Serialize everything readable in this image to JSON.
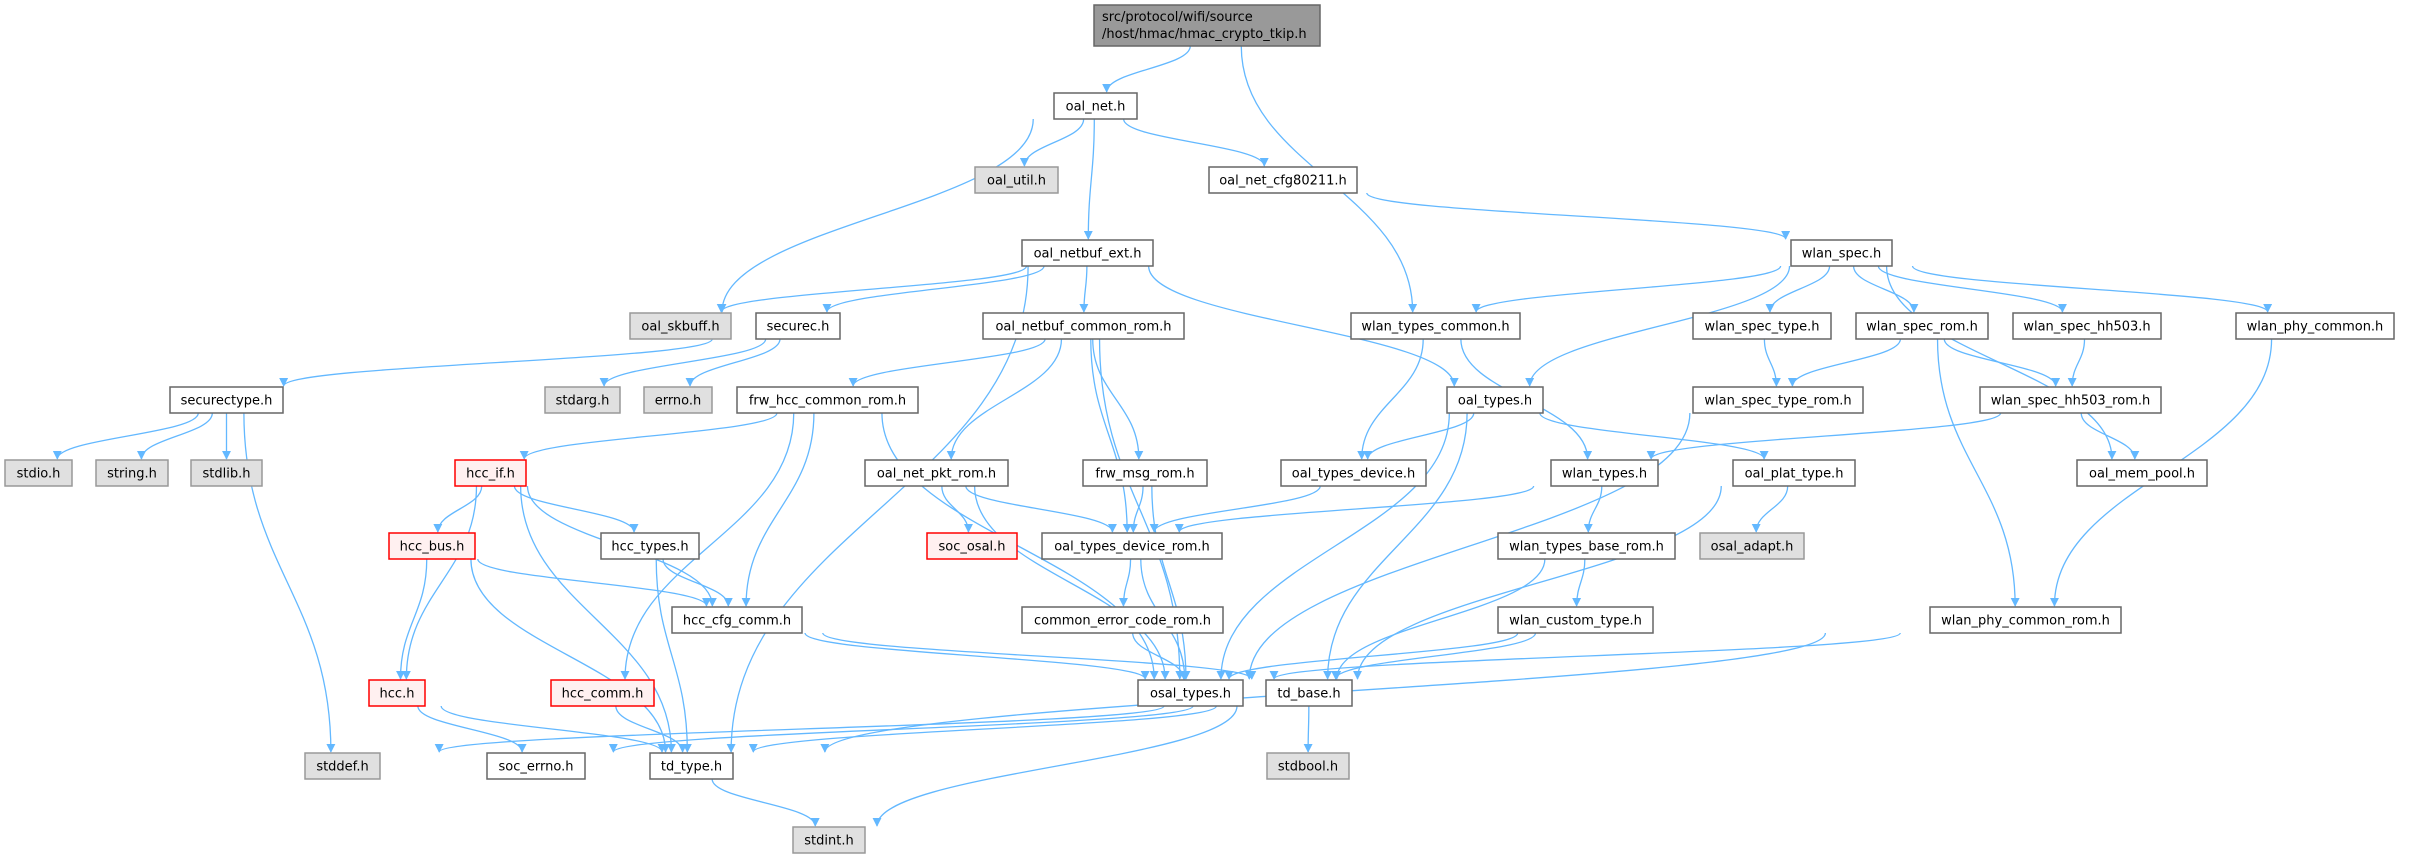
{
  "graph": {
    "title_lines": [
      "src/protocol/wifi/source",
      "/host/hmac/hmac_crypto_tkip.h"
    ],
    "colors": {
      "edge": "#63b8ff",
      "root_fill": "#999999",
      "root_border": "#666666",
      "normal_fill": "#ffffff",
      "normal_border": "#666666",
      "external_fill": "#e0e0e0",
      "external_border": "#999999",
      "error_fill": "#fff0f0",
      "error_border": "#ff0000"
    },
    "nodes": [
      {
        "id": "root",
        "label": "src/protocol/wifi/source/host/hmac/hmac_crypto_tkip.h",
        "kind": "root"
      },
      {
        "id": "oal_net.h",
        "label": "oal_net.h",
        "kind": "normal"
      },
      {
        "id": "oal_util.h",
        "label": "oal_util.h",
        "kind": "external"
      },
      {
        "id": "oal_net_cfg80211.h",
        "label": "oal_net_cfg80211.h",
        "kind": "normal"
      },
      {
        "id": "oal_netbuf_ext.h",
        "label": "oal_netbuf_ext.h",
        "kind": "normal"
      },
      {
        "id": "wlan_spec.h",
        "label": "wlan_spec.h",
        "kind": "normal"
      },
      {
        "id": "oal_skbuff.h",
        "label": "oal_skbuff.h",
        "kind": "external"
      },
      {
        "id": "securec.h",
        "label": "securec.h",
        "kind": "normal"
      },
      {
        "id": "oal_netbuf_common_rom.h",
        "label": "oal_netbuf_common_rom.h",
        "kind": "normal"
      },
      {
        "id": "wlan_types_common.h",
        "label": "wlan_types_common.h",
        "kind": "normal"
      },
      {
        "id": "wlan_spec_type.h",
        "label": "wlan_spec_type.h",
        "kind": "normal"
      },
      {
        "id": "wlan_spec_rom.h",
        "label": "wlan_spec_rom.h",
        "kind": "normal"
      },
      {
        "id": "wlan_spec_hh503.h",
        "label": "wlan_spec_hh503.h",
        "kind": "normal"
      },
      {
        "id": "wlan_phy_common.h",
        "label": "wlan_phy_common.h",
        "kind": "normal"
      },
      {
        "id": "securectype.h",
        "label": "securectype.h",
        "kind": "normal"
      },
      {
        "id": "stdarg.h",
        "label": "stdarg.h",
        "kind": "external"
      },
      {
        "id": "errno.h",
        "label": "errno.h",
        "kind": "external"
      },
      {
        "id": "frw_hcc_common_rom.h",
        "label": "frw_hcc_common_rom.h",
        "kind": "normal"
      },
      {
        "id": "oal_types.h",
        "label": "oal_types.h",
        "kind": "normal"
      },
      {
        "id": "wlan_spec_type_rom.h",
        "label": "wlan_spec_type_rom.h",
        "kind": "normal"
      },
      {
        "id": "wlan_spec_hh503_rom.h",
        "label": "wlan_spec_hh503_rom.h",
        "kind": "normal"
      },
      {
        "id": "stdio.h",
        "label": "stdio.h",
        "kind": "external"
      },
      {
        "id": "string.h",
        "label": "string.h",
        "kind": "external"
      },
      {
        "id": "stdlib.h",
        "label": "stdlib.h",
        "kind": "external"
      },
      {
        "id": "hcc_if.h",
        "label": "hcc_if.h",
        "kind": "error"
      },
      {
        "id": "oal_net_pkt_rom.h",
        "label": "oal_net_pkt_rom.h",
        "kind": "normal"
      },
      {
        "id": "frw_msg_rom.h",
        "label": "frw_msg_rom.h",
        "kind": "normal"
      },
      {
        "id": "oal_types_device.h",
        "label": "oal_types_device.h",
        "kind": "normal"
      },
      {
        "id": "wlan_types.h",
        "label": "wlan_types.h",
        "kind": "normal"
      },
      {
        "id": "oal_plat_type.h",
        "label": "oal_plat_type.h",
        "kind": "normal"
      },
      {
        "id": "oal_mem_pool.h",
        "label": "oal_mem_pool.h",
        "kind": "normal"
      },
      {
        "id": "hcc_bus.h",
        "label": "hcc_bus.h",
        "kind": "error"
      },
      {
        "id": "hcc_types.h",
        "label": "hcc_types.h",
        "kind": "normal"
      },
      {
        "id": "soc_osal.h",
        "label": "soc_osal.h",
        "kind": "error"
      },
      {
        "id": "oal_types_device_rom.h",
        "label": "oal_types_device_rom.h",
        "kind": "normal"
      },
      {
        "id": "wlan_types_base_rom.h",
        "label": "wlan_types_base_rom.h",
        "kind": "normal"
      },
      {
        "id": "osal_adapt.h",
        "label": "osal_adapt.h",
        "kind": "external"
      },
      {
        "id": "hcc_cfg_comm.h",
        "label": "hcc_cfg_comm.h",
        "kind": "normal"
      },
      {
        "id": "common_error_code_rom.h",
        "label": "common_error_code_rom.h",
        "kind": "normal"
      },
      {
        "id": "wlan_custom_type.h",
        "label": "wlan_custom_type.h",
        "kind": "normal"
      },
      {
        "id": "wlan_phy_common_rom.h",
        "label": "wlan_phy_common_rom.h",
        "kind": "normal"
      },
      {
        "id": "hcc.h",
        "label": "hcc.h",
        "kind": "error"
      },
      {
        "id": "hcc_comm.h",
        "label": "hcc_comm.h",
        "kind": "error"
      },
      {
        "id": "osal_types.h",
        "label": "osal_types.h",
        "kind": "normal"
      },
      {
        "id": "td_base.h",
        "label": "td_base.h",
        "kind": "normal"
      },
      {
        "id": "stddef.h",
        "label": "stddef.h",
        "kind": "external"
      },
      {
        "id": "soc_errno.h",
        "label": "soc_errno.h",
        "kind": "normal"
      },
      {
        "id": "td_type.h",
        "label": "td_type.h",
        "kind": "normal"
      },
      {
        "id": "stdbool.h",
        "label": "stdbool.h",
        "kind": "external"
      },
      {
        "id": "stdint.h",
        "label": "stdint.h",
        "kind": "external"
      }
    ],
    "edges": [
      [
        "root",
        "oal_net.h"
      ],
      [
        "root",
        "wlan_types_common.h"
      ],
      [
        "oal_net.h",
        "oal_skbuff.h"
      ],
      [
        "oal_net.h",
        "oal_util.h"
      ],
      [
        "oal_net.h",
        "oal_netbuf_ext.h"
      ],
      [
        "oal_net.h",
        "oal_net_cfg80211.h"
      ],
      [
        "oal_net_cfg80211.h",
        "wlan_spec.h"
      ],
      [
        "oal_netbuf_ext.h",
        "oal_skbuff.h"
      ],
      [
        "oal_netbuf_ext.h",
        "securec.h"
      ],
      [
        "oal_netbuf_ext.h",
        "oal_netbuf_common_rom.h"
      ],
      [
        "oal_netbuf_ext.h",
        "oal_types.h"
      ],
      [
        "oal_netbuf_ext.h",
        "td_type.h"
      ],
      [
        "securec.h",
        "securectype.h"
      ],
      [
        "securec.h",
        "stdarg.h"
      ],
      [
        "securec.h",
        "errno.h"
      ],
      [
        "securectype.h",
        "stdio.h"
      ],
      [
        "securectype.h",
        "string.h"
      ],
      [
        "securectype.h",
        "stdlib.h"
      ],
      [
        "securectype.h",
        "stddef.h"
      ],
      [
        "oal_netbuf_common_rom.h",
        "frw_hcc_common_rom.h"
      ],
      [
        "oal_netbuf_common_rom.h",
        "oal_net_pkt_rom.h"
      ],
      [
        "oal_netbuf_common_rom.h",
        "oal_types_device_rom.h"
      ],
      [
        "oal_netbuf_common_rom.h",
        "frw_msg_rom.h"
      ],
      [
        "oal_netbuf_common_rom.h",
        "osal_types.h"
      ],
      [
        "frw_hcc_common_rom.h",
        "hcc_if.h"
      ],
      [
        "frw_hcc_common_rom.h",
        "hcc_comm.h"
      ],
      [
        "frw_hcc_common_rom.h",
        "hcc_cfg_comm.h"
      ],
      [
        "frw_hcc_common_rom.h",
        "osal_types.h"
      ],
      [
        "hcc_if.h",
        "hcc.h"
      ],
      [
        "hcc_if.h",
        "hcc_bus.h"
      ],
      [
        "hcc_if.h",
        "td_type.h"
      ],
      [
        "hcc_if.h",
        "hcc_types.h"
      ],
      [
        "hcc_if.h",
        "hcc_cfg_comm.h"
      ],
      [
        "hcc_bus.h",
        "hcc.h"
      ],
      [
        "hcc_bus.h",
        "td_type.h"
      ],
      [
        "hcc_bus.h",
        "hcc_cfg_comm.h"
      ],
      [
        "hcc_types.h",
        "hcc_cfg_comm.h"
      ],
      [
        "hcc_types.h",
        "td_type.h"
      ],
      [
        "hcc.h",
        "soc_errno.h"
      ],
      [
        "hcc.h",
        "td_type.h"
      ],
      [
        "hcc_comm.h",
        "td_type.h"
      ],
      [
        "hcc_cfg_comm.h",
        "osal_types.h"
      ],
      [
        "hcc_cfg_comm.h",
        "td_base.h"
      ],
      [
        "oal_net_pkt_rom.h",
        "soc_osal.h"
      ],
      [
        "oal_net_pkt_rom.h",
        "oal_types_device_rom.h"
      ],
      [
        "oal_net_pkt_rom.h",
        "osal_types.h"
      ],
      [
        "frw_msg_rom.h",
        "oal_types_device_rom.h"
      ],
      [
        "frw_msg_rom.h",
        "osal_types.h"
      ],
      [
        "oal_types_device_rom.h",
        "common_error_code_rom.h"
      ],
      [
        "oal_types_device_rom.h",
        "osal_types.h"
      ],
      [
        "common_error_code_rom.h",
        "osal_types.h"
      ],
      [
        "wlan_spec.h",
        "wlan_types_common.h"
      ],
      [
        "wlan_spec.h",
        "oal_types.h"
      ],
      [
        "wlan_spec.h",
        "wlan_spec_type.h"
      ],
      [
        "wlan_spec.h",
        "wlan_spec_rom.h"
      ],
      [
        "wlan_spec.h",
        "wlan_spec_hh503.h"
      ],
      [
        "wlan_spec.h",
        "wlan_phy_common.h"
      ],
      [
        "wlan_spec.h",
        "oal_mem_pool.h"
      ],
      [
        "wlan_types_common.h",
        "oal_types_device.h"
      ],
      [
        "wlan_types_common.h",
        "wlan_types.h"
      ],
      [
        "wlan_spec_type.h",
        "wlan_spec_type_rom.h"
      ],
      [
        "wlan_spec_rom.h",
        "wlan_spec_type_rom.h"
      ],
      [
        "wlan_spec_rom.h",
        "wlan_spec_hh503_rom.h"
      ],
      [
        "wlan_spec_rom.h",
        "wlan_phy_common_rom.h"
      ],
      [
        "wlan_spec_hh503.h",
        "wlan_spec_hh503_rom.h"
      ],
      [
        "wlan_spec_hh503_rom.h",
        "wlan_types.h"
      ],
      [
        "wlan_spec_hh503_rom.h",
        "oal_mem_pool.h"
      ],
      [
        "wlan_phy_common.h",
        "wlan_phy_common_rom.h"
      ],
      [
        "wlan_spec_type_rom.h",
        "osal_types.h"
      ],
      [
        "oal_types.h",
        "oal_types_device.h"
      ],
      [
        "oal_types.h",
        "oal_plat_type.h"
      ],
      [
        "oal_types.h",
        "osal_types.h"
      ],
      [
        "oal_types.h",
        "td_base.h"
      ],
      [
        "oal_types_device.h",
        "oal_types_device_rom.h"
      ],
      [
        "wlan_types.h",
        "oal_types_device_rom.h"
      ],
      [
        "wlan_types.h",
        "wlan_types_base_rom.h"
      ],
      [
        "oal_plat_type.h",
        "osal_adapt.h"
      ],
      [
        "oal_plat_type.h",
        "td_base.h"
      ],
      [
        "wlan_types_base_rom.h",
        "wlan_custom_type.h"
      ],
      [
        "wlan_types_base_rom.h",
        "td_base.h"
      ],
      [
        "wlan_custom_type.h",
        "osal_types.h"
      ],
      [
        "wlan_custom_type.h",
        "td_base.h"
      ],
      [
        "wlan_phy_common_rom.h",
        "osal_types.h"
      ],
      [
        "wlan_phy_common_rom.h",
        "td_type.h"
      ],
      [
        "td_base.h",
        "stddef.h"
      ],
      [
        "td_base.h",
        "soc_errno.h"
      ],
      [
        "td_base.h",
        "td_type.h"
      ],
      [
        "td_base.h",
        "stdbool.h"
      ],
      [
        "td_base.h",
        "stdint.h"
      ],
      [
        "td_type.h",
        "stdint.h"
      ]
    ]
  }
}
